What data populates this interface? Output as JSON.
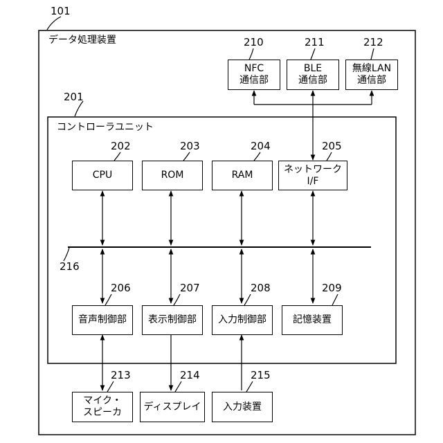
{
  "refs": {
    "device": "101",
    "controller": "201",
    "cpu": "202",
    "rom": "203",
    "ram": "204",
    "netif": "205",
    "audio_ctrl": "206",
    "display_ctrl": "207",
    "input_ctrl": "208",
    "storage": "209",
    "nfc": "210",
    "ble": "211",
    "wlan": "212",
    "mic_speaker": "213",
    "display": "214",
    "input_device": "215",
    "bus": "216"
  },
  "titles": {
    "device": "データ処理装置",
    "controller": "コントローラユニット"
  },
  "blocks": {
    "cpu": [
      "CPU"
    ],
    "rom": [
      "ROM"
    ],
    "ram": [
      "RAM"
    ],
    "netif": [
      "ネットワーク",
      "I/F"
    ],
    "audio_ctrl": [
      "音声制御部"
    ],
    "display_ctrl": [
      "表示制御部"
    ],
    "input_ctrl": [
      "入力制御部"
    ],
    "storage": [
      "記憶装置"
    ],
    "nfc": [
      "NFC",
      "通信部"
    ],
    "ble": [
      "BLE",
      "通信部"
    ],
    "wlan": [
      "無線LAN",
      "通信部"
    ],
    "mic_speaker": [
      "マイク・",
      "スピーカ"
    ],
    "display": [
      "ディスプレイ"
    ],
    "input_device": [
      "入力装置"
    ]
  }
}
